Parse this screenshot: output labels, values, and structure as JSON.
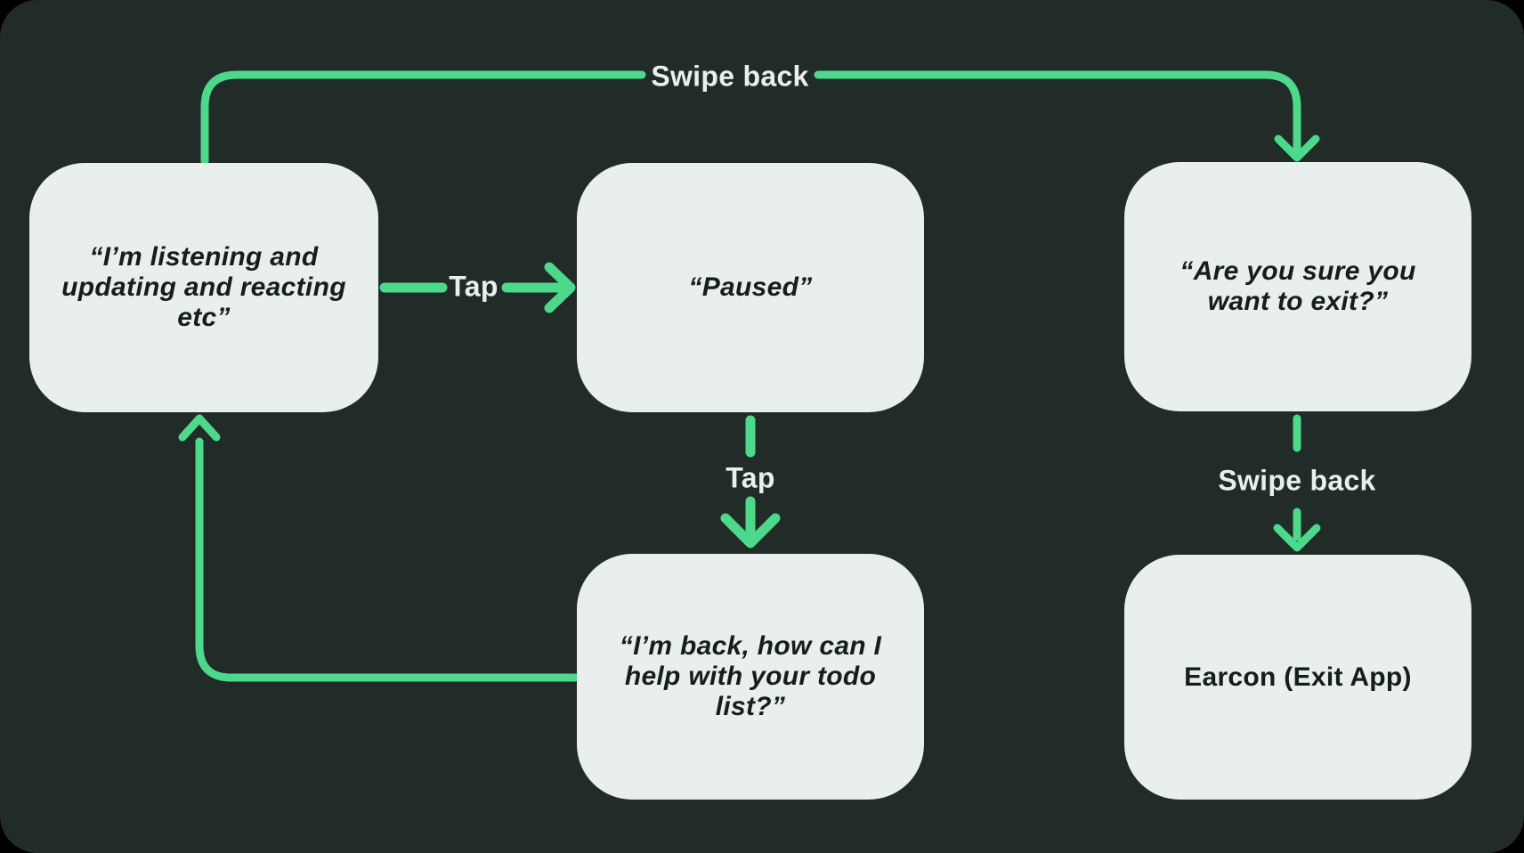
{
  "canvas": {
    "bg": "#000000",
    "panel_bg": "#212B28",
    "accent": "#4DD98B",
    "box_bg": "#E8EFEC",
    "box_text": "#141E1A",
    "label_color": "#E9EFEC"
  },
  "diagram": {
    "type": "state-flowchart",
    "nodes": [
      {
        "id": "listening",
        "text": "“I’m listening and\nupdating and reacting\netc”",
        "italic": true
      },
      {
        "id": "paused",
        "text": "“Paused”",
        "italic": true
      },
      {
        "id": "confirm-exit",
        "text": "“Are you sure you\nwant to exit?”",
        "italic": true
      },
      {
        "id": "im-back",
        "text": "“I’m back, how can I\nhelp with your todo\nlist?”",
        "italic": true
      },
      {
        "id": "earcon-exit",
        "text": "Earcon (Exit App)",
        "italic": false
      }
    ],
    "edges": [
      {
        "from": "listening",
        "to": "confirm-exit",
        "label": "Swipe back"
      },
      {
        "from": "listening",
        "to": "paused",
        "label": "Tap"
      },
      {
        "from": "paused",
        "to": "im-back",
        "label": "Tap"
      },
      {
        "from": "im-back",
        "to": "listening",
        "label": ""
      },
      {
        "from": "confirm-exit",
        "to": "earcon-exit",
        "label": "Swipe back"
      }
    ],
    "labels": {
      "swipe_back_top": "Swipe back",
      "tap_horizontal": "Tap",
      "tap_vertical": "Tap",
      "swipe_back_vertical": "Swipe back"
    }
  }
}
